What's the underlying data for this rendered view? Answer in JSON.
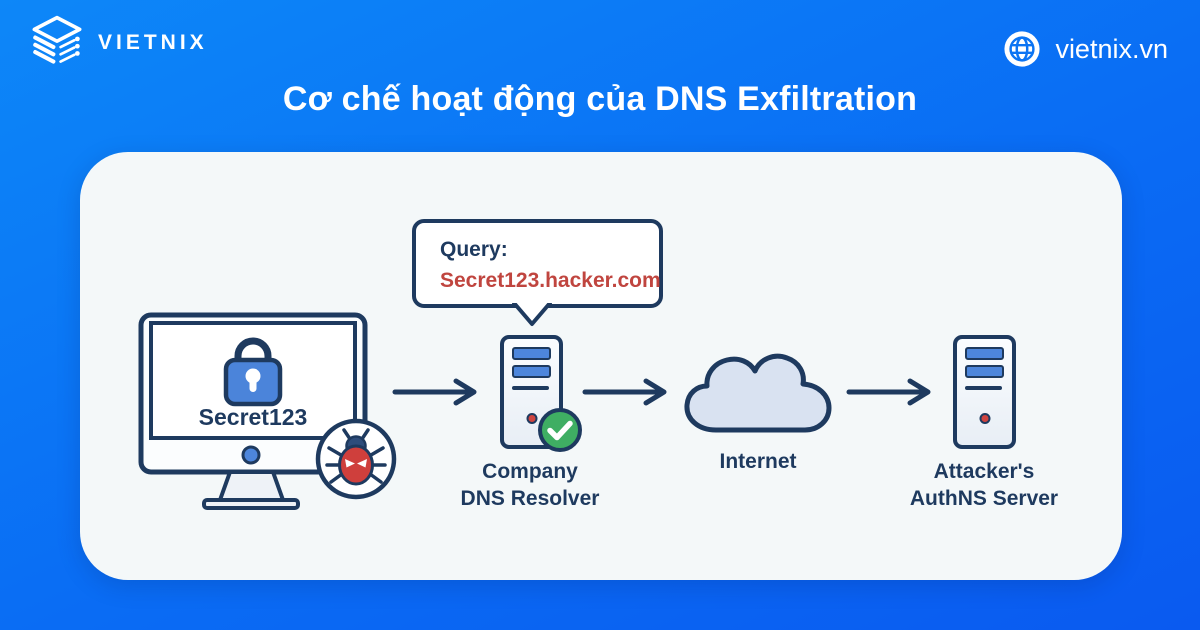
{
  "header": {
    "brand": "VIETNIX",
    "website": "vietnix.vn"
  },
  "title": "Cơ chế hoạt động của DNS Exfiltration",
  "diagram": {
    "computer": {
      "secret": "Secret123"
    },
    "bubble": {
      "label": "Query:",
      "query": "Secret123.hacker.com"
    },
    "resolver": {
      "line1": "Company",
      "line2": "DNS Resolver"
    },
    "internet": {
      "label": "Internet"
    },
    "attacker": {
      "line1": "Attacker's",
      "line2": "AuthNS Server"
    }
  },
  "colors": {
    "background_top": "#0d87f8",
    "background_bottom": "#0a5af0",
    "card": "#f4f8f9",
    "outline_navy": "#1e3a5f",
    "accent_blue": "#4d86dc",
    "alert_red": "#c0453f",
    "led_red": "#cf4440",
    "success_green": "#3fae63",
    "cloud_fill": "#d9e2f1"
  }
}
